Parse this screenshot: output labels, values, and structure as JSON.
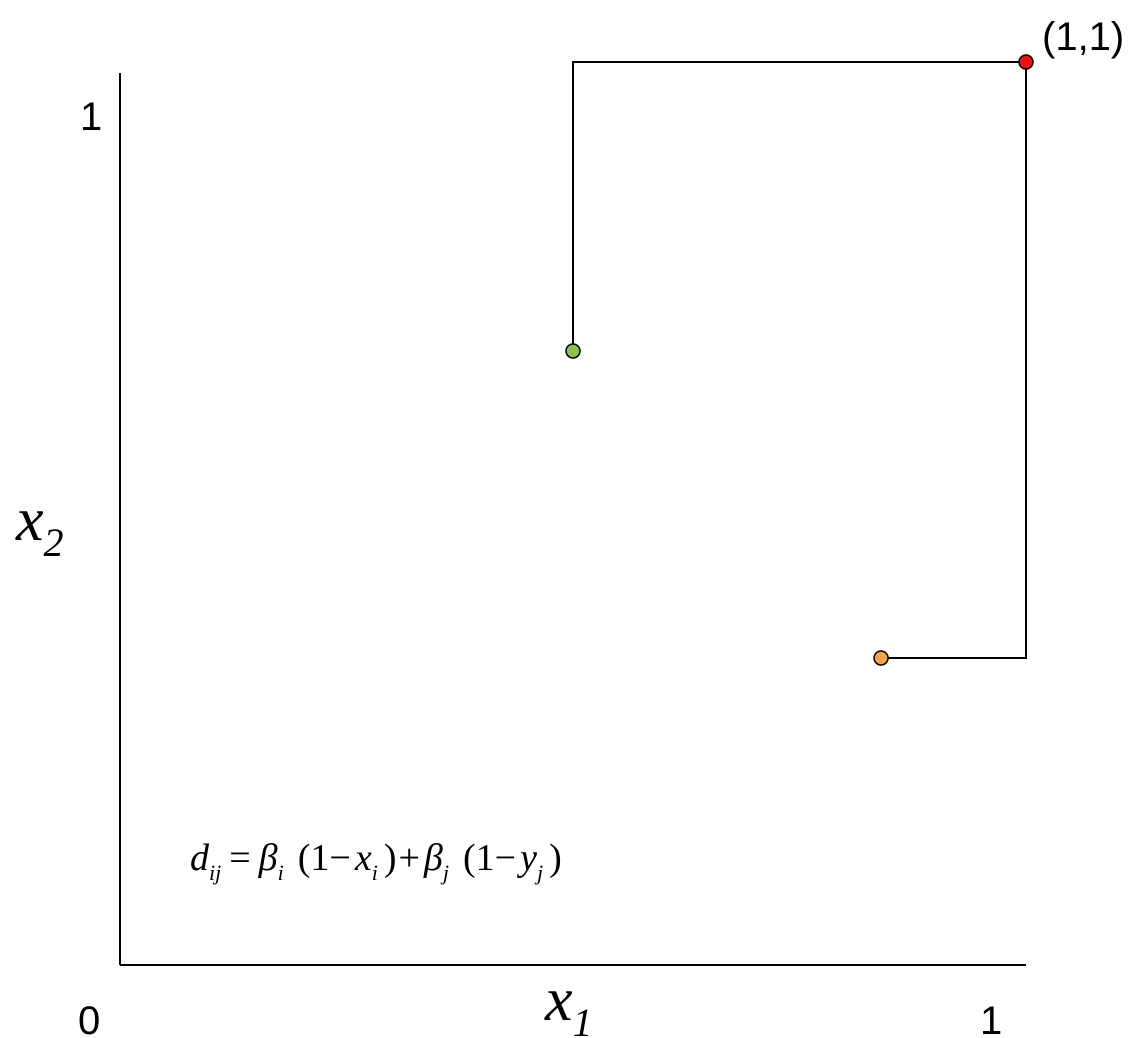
{
  "axes": {
    "x_axis": {
      "variable": "x",
      "subscript": "1",
      "tick_min_label": "0",
      "tick_max_label": "1"
    },
    "y_axis": {
      "variable": "x",
      "subscript": "2",
      "tick_max_label": "1"
    }
  },
  "points": [
    {
      "id": "green",
      "label": "",
      "x": 0.5,
      "y": 0.68,
      "color": "#8bc34a"
    },
    {
      "id": "orange",
      "label": "",
      "x": 0.84,
      "y": 0.34,
      "color": "#f4a24c"
    },
    {
      "id": "red",
      "label": "(1,1)",
      "x": 1.0,
      "y": 1.0,
      "color": "#ee1111"
    }
  ],
  "formula": {
    "lhs": "d",
    "lhs_sub": "ij",
    "equals": "=",
    "beta_i": "β",
    "beta_i_sub": "i",
    "open_i": "(1",
    "minus_i": "−",
    "x_i": "x",
    "x_i_sub": "i",
    "close_i": ")",
    "plus": "+",
    "beta_j": "β",
    "beta_j_sub": "j",
    "open_j": "(1",
    "minus_j": "−",
    "y_j": "y",
    "y_j_sub": "j",
    "close_j": ")"
  },
  "colors": {
    "axis": "#000000",
    "path": "#000000"
  }
}
